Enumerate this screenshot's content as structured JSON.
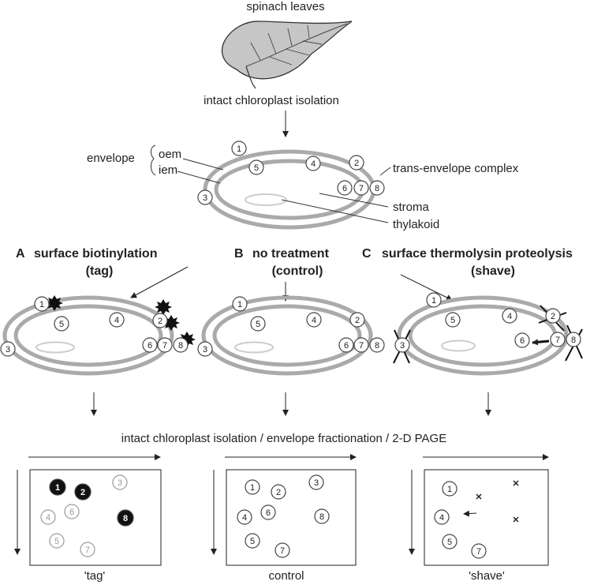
{
  "top": {
    "source_label": "spinach leaves",
    "isolation_label": "intact chloroplast isolation",
    "envelope_label": "envelope",
    "oem_label": "oem",
    "iem_label": "iem",
    "complex_label": "trans-envelope complex",
    "stroma_label": "stroma",
    "thylakoid_label": "thylakoid"
  },
  "treatments": {
    "a": {
      "letter": "A",
      "title": "surface biotinylation",
      "subtitle": "(tag)"
    },
    "b": {
      "letter": "B",
      "title": "no treatment",
      "subtitle": "(control)"
    },
    "c": {
      "letter": "C",
      "title": "surface thermolysin proteolysis",
      "subtitle": "(shave)"
    }
  },
  "protein_numbers": [
    "1",
    "2",
    "3",
    "4",
    "5",
    "6",
    "7",
    "8"
  ],
  "fractionation_label": "intact chloroplast isolation / envelope fractionation / 2-D PAGE",
  "gels": {
    "tag": {
      "caption": "'tag'"
    },
    "control": {
      "caption": "control"
    },
    "shave": {
      "caption": "'shave'"
    }
  },
  "colors": {
    "membrane": "#aaaaaa",
    "thylakoid": "#cccccc",
    "ink": "#222222"
  }
}
